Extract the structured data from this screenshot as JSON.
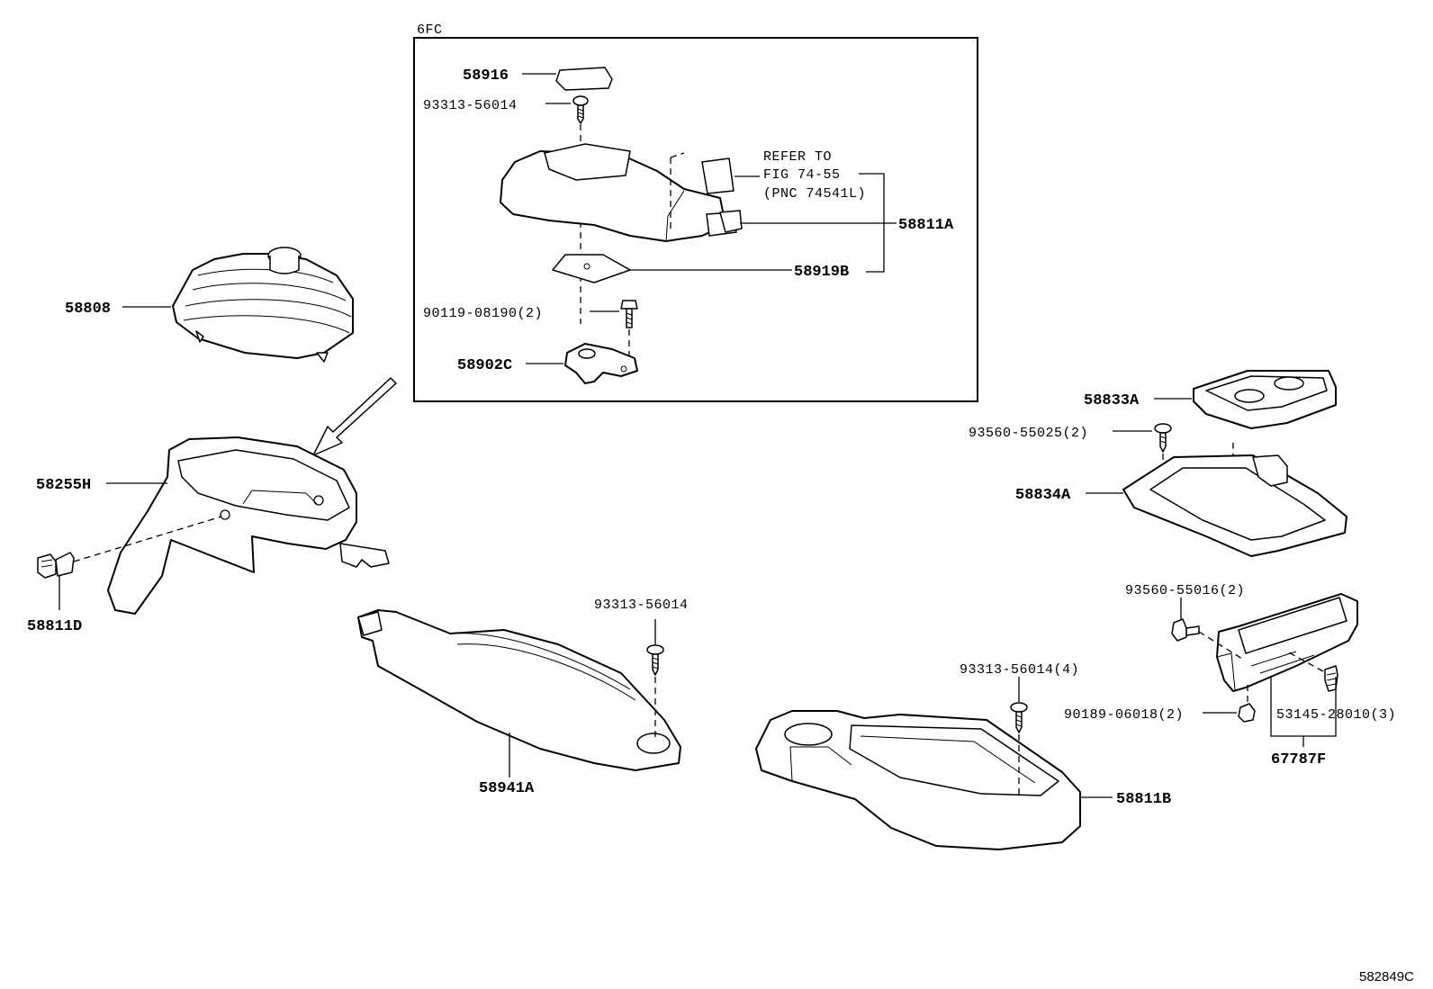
{
  "inset": {
    "title": "6FC"
  },
  "refer_note": {
    "line1": "REFER TO",
    "line2": "FIG 74-55",
    "line3": "(PNC 74541L)"
  },
  "labels": {
    "p58916": "58916",
    "p93313_top": "93313-56014",
    "p58811A": "58811A",
    "p58919B": "58919B",
    "p90119": "90119-08190(2)",
    "p58902C": "58902C",
    "p58808": "58808",
    "p58255H": "58255H",
    "p58811D": "58811D",
    "p93313_mid": "93313-56014",
    "p58941A": "58941A",
    "p93313_x4": "93313-56014(4)",
    "p58811B": "58811B",
    "p58833A": "58833A",
    "p93560_55025": "93560-55025(2)",
    "p58834A": "58834A",
    "p93560_55016": "93560-55016(2)",
    "p90189": "90189-06018(2)",
    "p53145": "53145-28010(3)",
    "p67787F": "67787F"
  },
  "diagram_ref": "582849C"
}
